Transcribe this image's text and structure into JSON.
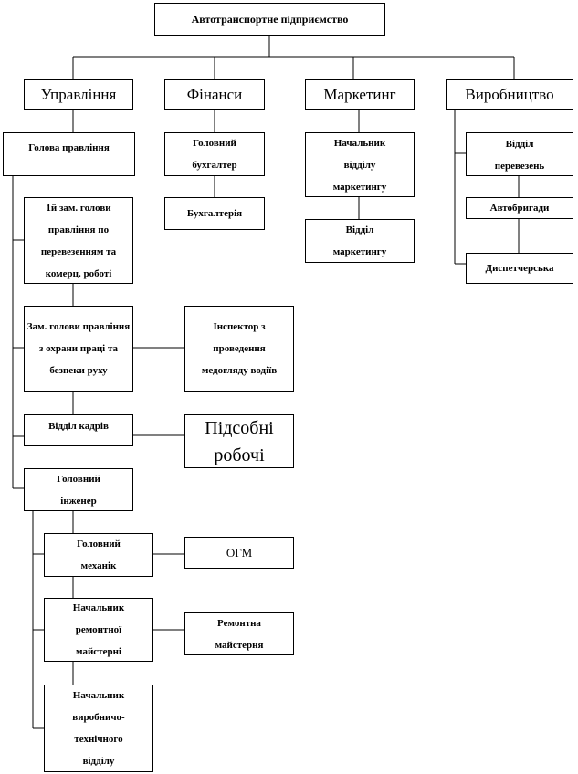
{
  "nodes": {
    "root": "Автотранспортне підприємство",
    "management": "Управління",
    "finance": "Фінанси",
    "marketing": "Маркетинг",
    "production": "Виробництво",
    "head_of_board": "Голова правління",
    "deputy_1": "1й зам. голови правління по перевезенням та комерц. роботі",
    "deputy_safety": "Зам. голови правління з охрани праці та безпеки руху",
    "hr_dept": "Відділ кадрів",
    "chief_engineer": "Головний інженер",
    "chief_mechanic": "Головний механік",
    "head_repair": "Начальник ремонтної майстерні",
    "head_prod_tech": "Начальник виробничо-технічного відділу",
    "chief_accountant": "Головний бухгалтер",
    "accounting": "Бухгалтерія",
    "head_marketing": "Начальник відділу маркетингу",
    "marketing_dept": "Відділ маркетингу",
    "transport_dept": "Відділ перевезень",
    "auto_brigades": "Автобригади",
    "dispatch": "Диспетчерська",
    "medical_inspector": "Інспектор з проведення медогляду водіїв",
    "aux_workers": "Підсобні робочі",
    "ogm": "ОГМ",
    "repair_shop": "Ремонтна майстерня"
  }
}
